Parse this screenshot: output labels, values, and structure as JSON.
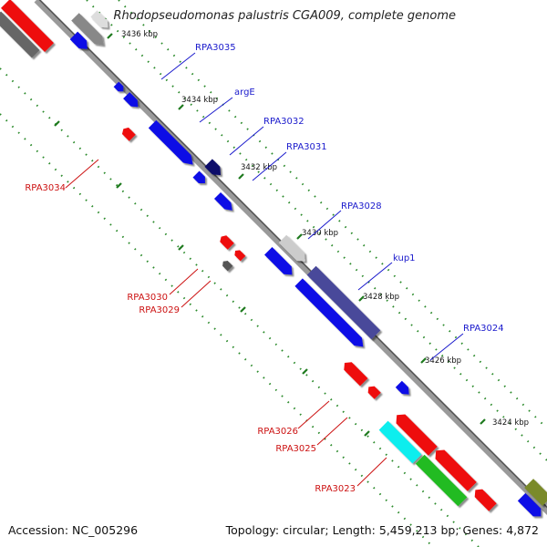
{
  "title": "Rhodopseudomonas palustris CGA009, complete genome",
  "footer": {
    "accession": "Accession: NC_005296",
    "summary": "Topology: circular; Length: 5,459,213 bp; Genes: 4,872"
  },
  "colors": {
    "backbone": "#888888",
    "tick": "#2a8a2a",
    "forward_label": "#1a1acc",
    "reverse_label": "#cc1111"
  },
  "ticks": [
    "3436 kbp",
    "3434 kbp",
    "3432 kbp",
    "3430 kbp",
    "3428 kbp",
    "3426 kbp",
    "3424 kbp"
  ],
  "gene_labels": {
    "forward": [
      "RPA3035",
      "argE",
      "RPA3032",
      "RPA3031",
      "RPA3028",
      "kup1",
      "RPA3024"
    ],
    "reverse": [
      "RPA3034",
      "RPA3030",
      "RPA3029",
      "RPA3026",
      "RPA3025",
      "RPA3023"
    ]
  }
}
